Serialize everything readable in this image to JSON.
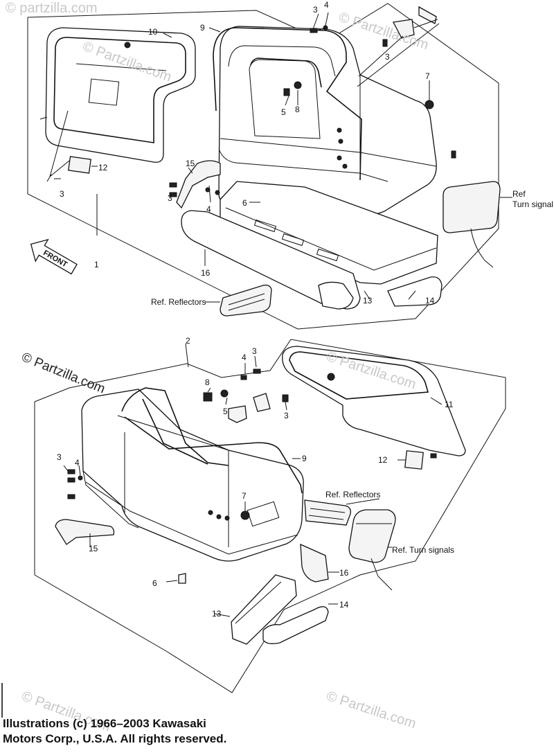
{
  "watermark": "© Partzilla.com",
  "watermark_short": "© partzilla.com",
  "front_label": "FRONT",
  "ref_turn_signal_top": "Ref. Turn signal",
  "ref_reflectors_top": "Ref. Reflectors",
  "ref_reflectors_bottom": "Ref. Reflectors",
  "ref_turn_signals_bottom": "Ref. Turn signals",
  "top_callouts": [
    "3",
    "4",
    "9",
    "10",
    "3",
    "7",
    "5",
    "8",
    "12",
    "3",
    "15",
    "3",
    "4",
    "6",
    "1",
    "16",
    "13",
    "14"
  ],
  "bottom_callouts": [
    "2",
    "4",
    "3",
    "8",
    "5",
    "3",
    "11",
    "3",
    "4",
    "9",
    "12",
    "7",
    "15",
    "6",
    "16",
    "13",
    "14"
  ],
  "footer_line1": "Illustrations (c) 1966–2003 Kawasaki",
  "footer_line2": "Motors Corp., U.S.A.  All rights reserved."
}
